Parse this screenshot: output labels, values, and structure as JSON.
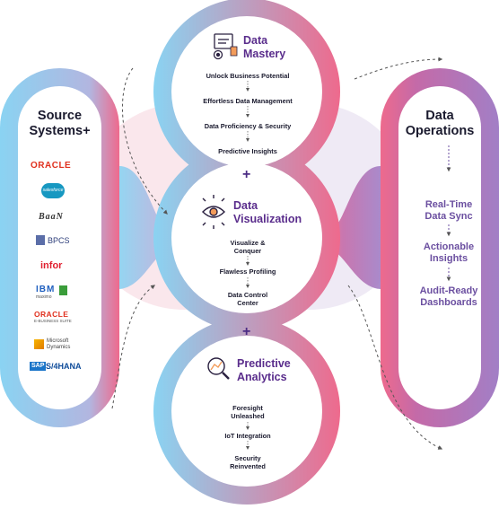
{
  "source_systems": {
    "title_line1": "Source",
    "title_line2": "Systems+",
    "logos": [
      "ORACLE",
      "salesforce",
      "BaaN",
      "BPCS",
      "infor",
      "IBM",
      "maximo",
      "ORACLE",
      "E-BUSINESS SUITE",
      "Microsoft",
      "Dynamics",
      "SAP",
      "S/4HANA"
    ]
  },
  "data_operations": {
    "title_line1": "Data",
    "title_line2": "Operations",
    "items": [
      {
        "line1": "Real-Time",
        "line2": "Data Sync"
      },
      {
        "line1": "Actionable",
        "line2": "Insights"
      },
      {
        "line1": "Audit-Ready",
        "line2": "Dashboards"
      }
    ]
  },
  "data_mastery": {
    "title_line1": "Data",
    "title_line2": "Mastery",
    "icon": "dashboard-gear-icon",
    "items": [
      "Unlock Business Potential",
      "Effortless Data Management",
      "Data Proficiency & Security",
      "Predictive Insights"
    ]
  },
  "data_visualization": {
    "title_line1": "Data",
    "title_line2": "Visualization",
    "icon": "eye-icon",
    "items": [
      {
        "line1": "Visualize &",
        "line2": "Conquer"
      },
      {
        "line1": "Flawless Profiling",
        "line2": ""
      },
      {
        "line1": "Data Control",
        "line2": "Center"
      }
    ]
  },
  "predictive_analytics": {
    "title_line1": "Predictive",
    "title_line2": "Analytics",
    "icon": "chart-magnifier-icon",
    "items": [
      {
        "line1": "Foresight",
        "line2": "Unleashed"
      },
      {
        "line1": "IoT Integration",
        "line2": ""
      },
      {
        "line1": "Security",
        "line2": "Reinvented"
      }
    ]
  },
  "connectors": [
    "+",
    "+"
  ],
  "colors": {
    "gradient_blue": "#8ad3f2",
    "gradient_pink": "#ee6a8d",
    "gradient_purple": "#a27fc6",
    "title_purple": "#5a2d8c",
    "ops_purple": "#6b4fa0"
  }
}
